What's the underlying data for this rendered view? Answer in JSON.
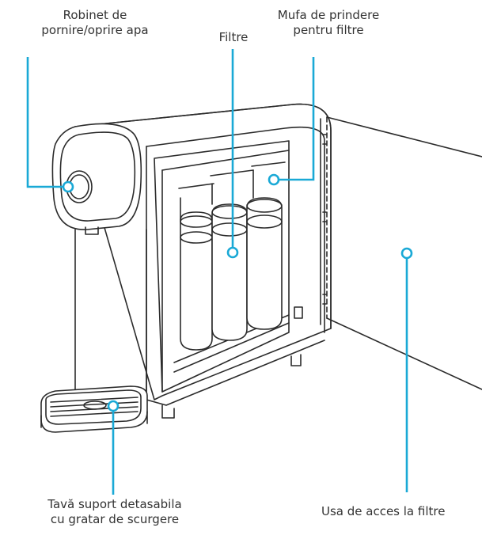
{
  "labels": {
    "faucet": {
      "line1": "Robinet de",
      "line2": "pornire/oprire apa"
    },
    "filters": {
      "line1": "Filtre"
    },
    "filter_socket": {
      "line1": "Mufa de prindere",
      "line2": "pentru filtre"
    },
    "drip_tray": {
      "line1": "Tavă suport detasabila",
      "line2": "cu gratar de scurgere"
    },
    "access_door": {
      "line1": "Usa de acces la filtre"
    }
  },
  "colors": {
    "callout": "#1aa9d6",
    "outline": "#2b2b2b",
    "text": "#333333",
    "background": "#ffffff"
  }
}
